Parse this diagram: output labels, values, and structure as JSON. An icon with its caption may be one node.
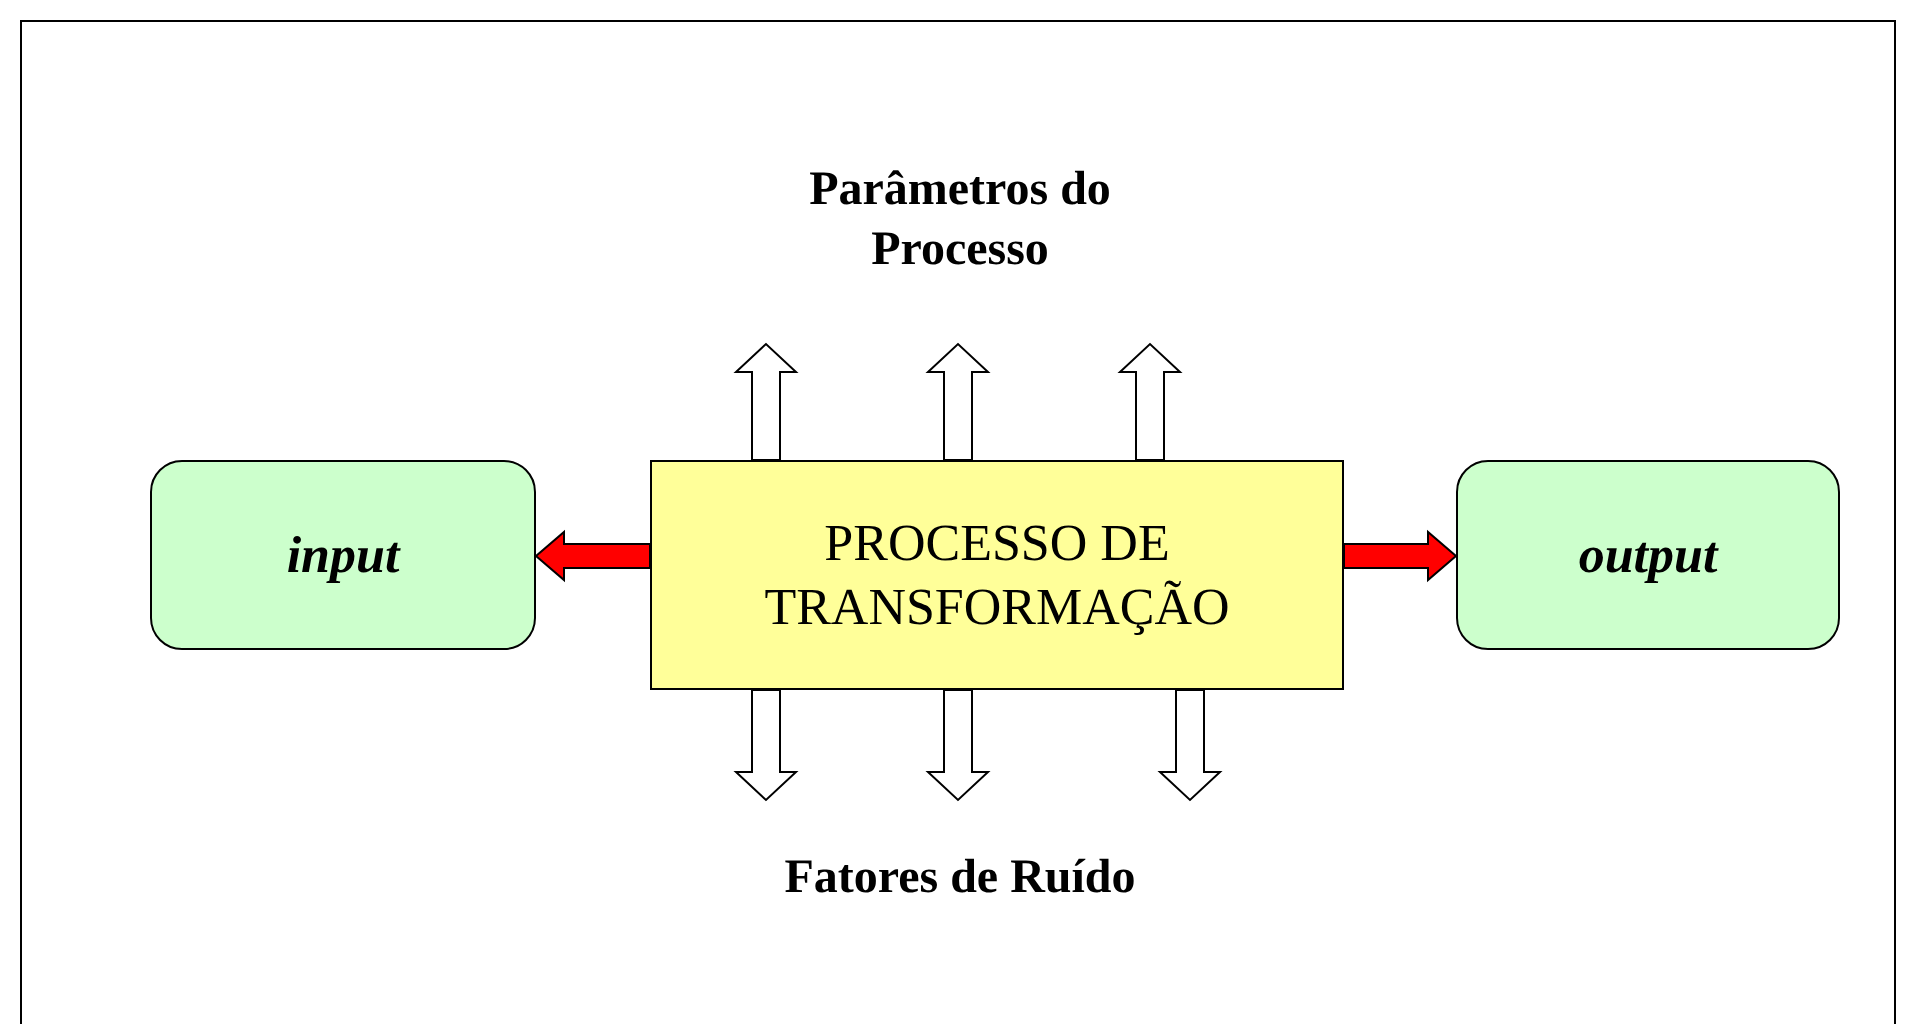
{
  "diagram": {
    "nodes": [
      {
        "text": [
          "input"
        ]
      },
      {
        "text": [
          "PROCESSO DE TRANSFORMAÇÃO"
        ]
      },
      {
        "text": [
          "output"
        ]
      }
    ],
    "edges": [
      {
        "from": 1,
        "to": 0,
        "arrow": "to",
        "color": "#ff0000"
      },
      {
        "from": 1,
        "to": 2,
        "arrow": "to",
        "color": "#ff0000"
      },
      {
        "from": 1,
        "to": null,
        "arrow": "to"
      },
      {
        "from": 1,
        "to": null,
        "arrow": "to"
      },
      {
        "from": 1,
        "to": null,
        "arrow": "to"
      },
      {
        "from": 1,
        "to": null,
        "arrow": "to"
      },
      {
        "from": 1,
        "to": null,
        "arrow": "to"
      },
      {
        "from": 1,
        "to": null,
        "arrow": "to"
      }
    ],
    "labels": [
      "Parâmetros do Processo",
      "Fatores de Ruído"
    ]
  }
}
